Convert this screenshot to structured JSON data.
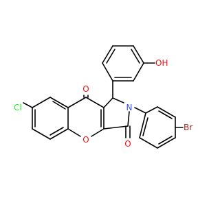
{
  "structure": {
    "atoms": {
      "o_ketone": "O",
      "o_hydroxyl": "OH",
      "o_lactam": "O",
      "o_ring": "O",
      "n_ring": "N",
      "chlorine": "Cl",
      "bromine": "Br"
    },
    "colors": {
      "bond": "#000000",
      "oxygen": "#ff0d0d",
      "nitrogen": "#3050f8",
      "chlorine": "#1ff01f",
      "bromine": "#a62929",
      "background": "#ffffff"
    }
  }
}
